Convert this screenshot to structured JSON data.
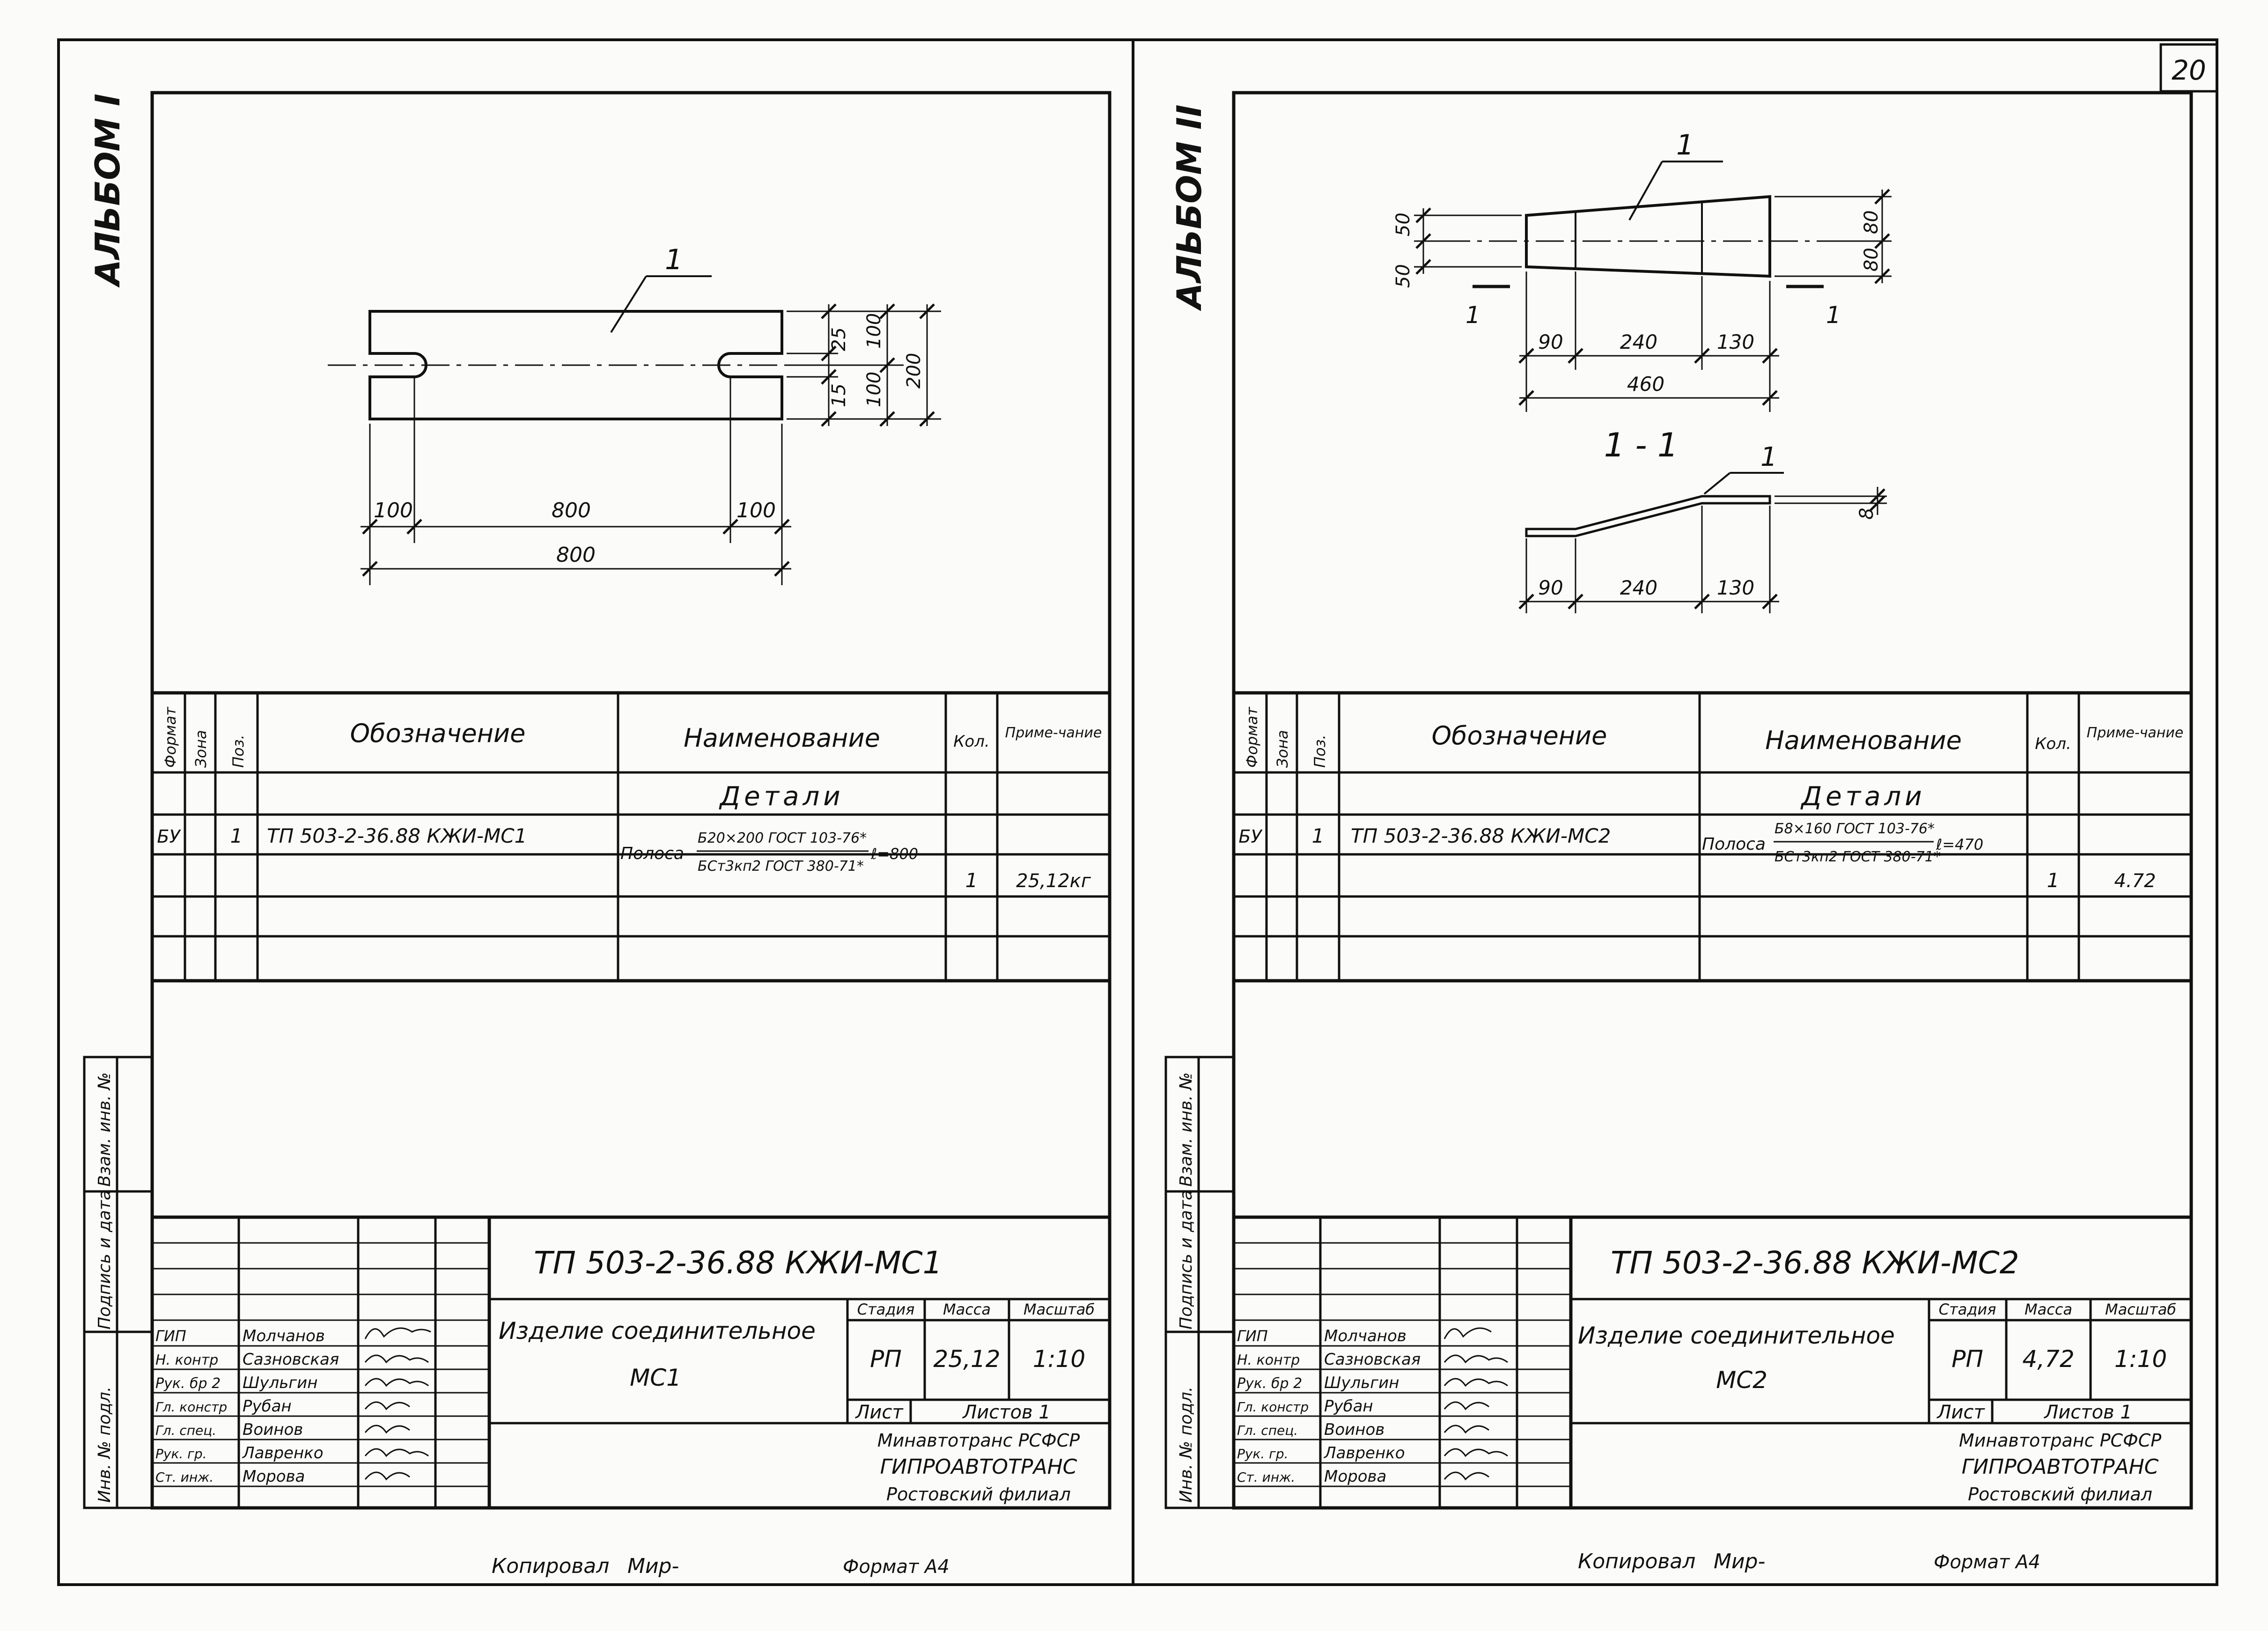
{
  "sheet_number": "20",
  "footer": {
    "copied": "Копировал",
    "copied_sig": "Мир-",
    "format": "Формат А4"
  },
  "sheets": [
    {
      "album": "АЛЬБОМ I",
      "drawing": {
        "pos": "1",
        "dims_right": [
          "25",
          "100",
          "15",
          "100",
          "200"
        ],
        "dims_bottom": [
          "100",
          "800",
          "100",
          "800"
        ]
      },
      "spec": {
        "headers": [
          "Формат",
          "Зона",
          "Поз.",
          "Обозначение",
          "Наименование",
          "Кол.",
          "Приме-чание"
        ],
        "section": "Детали",
        "row": {
          "format": "БУ",
          "pos": "1",
          "designation": "ТП 503-2-36.88 КЖИ-МС1",
          "name_prefix": "Полоса",
          "name_top": "Б20×200 ГОСТ 103-76*",
          "name_bottom": "БСт3кп2 ГОСТ 380-71*",
          "length": "ℓ=800",
          "qty": "1",
          "note": "25,12кг"
        }
      },
      "side_labels": [
        "Инв. № подл.",
        "Подпись и дата",
        "Взам. инв. №"
      ],
      "title_block": {
        "code": "ТП 503-2-36.88 КЖИ-МС1",
        "name_line1": "Изделие соединительное",
        "name_line2": "МС1",
        "stage_h": "Стадия",
        "mass_h": "Масса",
        "scale_h": "Масштаб",
        "stage": "РП",
        "mass": "25,12",
        "scale": "1:10",
        "sheet_h": "Лист",
        "sheets_h": "Листов 1",
        "org1": "Минавтотранс РСФСР",
        "org2": "ГИПРОАВТОТРАНС",
        "org3": "Ростовский филиал",
        "people": [
          [
            "ГИП",
            "Молчанов"
          ],
          [
            "Н. контр",
            "Сазновская"
          ],
          [
            "Рук. бр 2",
            "Шульгин"
          ],
          [
            "Гл. констр",
            "Рубан"
          ],
          [
            "Гл. спец.",
            "Воинов"
          ],
          [
            "Рук. гр.",
            "Лавренко"
          ],
          [
            "Ст. инж.",
            "Морова"
          ]
        ]
      }
    },
    {
      "album": "АЛЬБОМ II",
      "drawing": {
        "pos": "1",
        "dims_left": [
          "50",
          "50"
        ],
        "dims_right": [
          "80",
          "80"
        ],
        "dims_bottom": [
          "90",
          "240",
          "130",
          "460"
        ],
        "section_mark": "1",
        "section_title": "1 - 1",
        "section_dims": [
          "90",
          "240",
          "130"
        ],
        "section_thk": "8"
      },
      "spec": {
        "headers": [
          "Формат",
          "Зона",
          "Поз.",
          "Обозначение",
          "Наименование",
          "Кол.",
          "Приме-чание"
        ],
        "section": "Детали",
        "row": {
          "format": "БУ",
          "pos": "1",
          "designation": "ТП 503-2-36.88 КЖИ-МС2",
          "name_prefix": "Полоса",
          "name_top": "Б8×160 ГОСТ 103-76*",
          "name_bottom": "БСт3кп2 ГОСТ 380-71*",
          "length": "ℓ=470",
          "qty": "1",
          "note": "4.72"
        }
      },
      "side_labels": [
        "Инв. № подл.",
        "Подпись и дата",
        "Взам. инв. №"
      ],
      "title_block": {
        "code": "ТП 503-2-36.88 КЖИ-МС2",
        "name_line1": "Изделие соединительное",
        "name_line2": "МС2",
        "stage_h": "Стадия",
        "mass_h": "Масса",
        "scale_h": "Масштаб",
        "stage": "РП",
        "mass": "4,72",
        "scale": "1:10",
        "sheet_h": "Лист",
        "sheets_h": "Листов 1",
        "org1": "Минавтотранс РСФСР",
        "org2": "ГИПРОАВТОТРАНС",
        "org3": "Ростовский филиал",
        "people": [
          [
            "ГИП",
            "Молчанов"
          ],
          [
            "Н. контр",
            "Сазновская"
          ],
          [
            "Рук. бр 2",
            "Шульгин"
          ],
          [
            "Гл. констр",
            "Рубан"
          ],
          [
            "Гл. спец.",
            "Воинов"
          ],
          [
            "Рук. гр.",
            "Лавренко"
          ],
          [
            "Ст. инж.",
            "Морова"
          ]
        ]
      }
    }
  ]
}
